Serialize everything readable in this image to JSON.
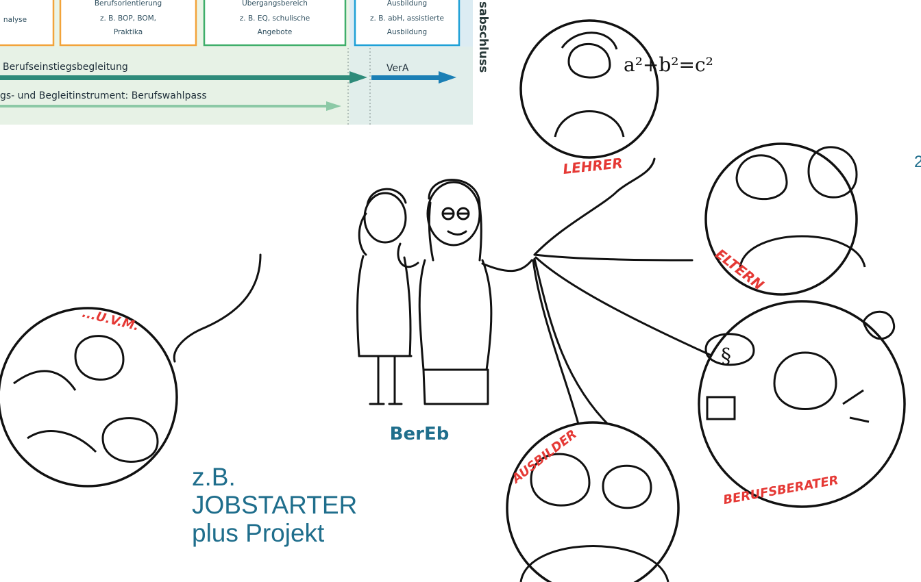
{
  "diagram": {
    "top_panel": {
      "box_left_partial": "nalyse",
      "box_berufsorientierung": {
        "title": "Berufsorientierung",
        "line2": "z. B. BOP, BOM,",
        "line3": "Praktika"
      },
      "box_uebergang": {
        "title": "Übergangsbereich",
        "line2": "z. B. EQ, schulische",
        "line3": "Angebote"
      },
      "box_ausbildung": {
        "title": "Ausbildung",
        "line2": "z. B. abH, assistierte",
        "line3": "Ausbildung"
      },
      "row_berufseinstieg": "Berufseinstiegsbegleitung",
      "row_vera": "VerA",
      "row_berufswahlpass": "gs- und Begleitinstrument: Berufswahlpass",
      "vertical_label": "sabschluss"
    },
    "center_label": "BerEb",
    "roles": {
      "lehrer": "LEHRER",
      "eltern": "ELTERN",
      "berufsberater": "BERUFSBERATER",
      "ausbilder": "AUSBILDER",
      "uvm": "...U.V.M."
    },
    "formula": "a²+b²=c²",
    "section_symbol": "§",
    "jobstarter_lines": [
      "z.B.",
      "JOBSTARTER",
      "plus Projekt"
    ],
    "page_number_partial": "2",
    "colors": {
      "accent_blue": "#1f6e8c",
      "role_red": "#e53935",
      "arrow_teal": "#2e8b8b",
      "panel_bg": "#e8f3e8"
    }
  }
}
